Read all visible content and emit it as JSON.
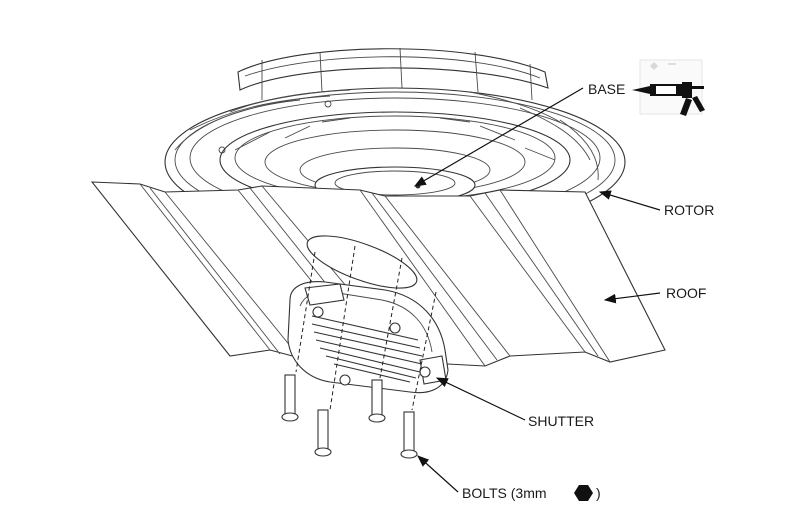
{
  "labels": {
    "base": "BASE",
    "rotor": "ROTOR",
    "roof": "ROOF",
    "shutter": "SHUTTER",
    "bolts_prefix": "BOLTS (3mm",
    "bolts_suffix": ")"
  },
  "icons": {
    "caulking_gun": "caulking-gun-icon",
    "hex_key": "hexagon-icon"
  },
  "colors": {
    "line": "#333333",
    "label": "#1a1a1a",
    "background": "#ffffff"
  }
}
